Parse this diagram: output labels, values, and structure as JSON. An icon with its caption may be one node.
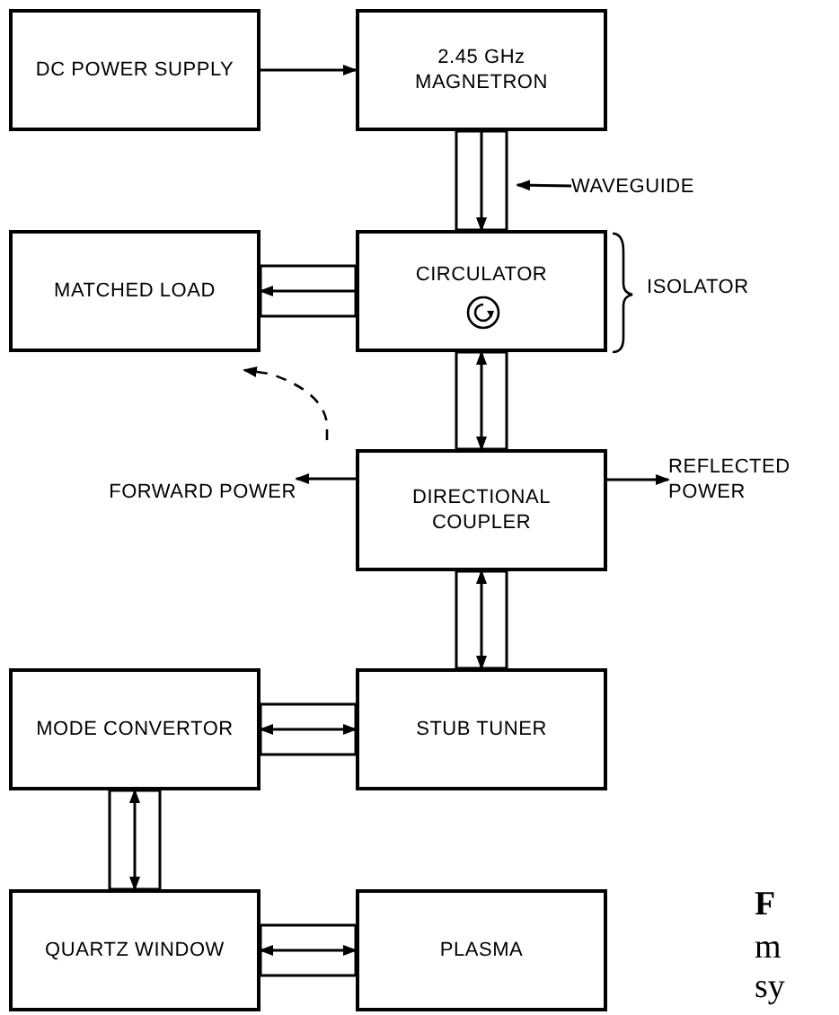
{
  "diagram": {
    "nodes": [
      {
        "text": [
          "DC POWER SUPPLY"
        ]
      },
      {
        "text": [
          "2.45 GHz MAGNETRON"
        ]
      },
      {
        "text": [
          "WAVEGUIDE"
        ]
      },
      {
        "text": [
          "MATCHED LOAD"
        ]
      },
      {
        "text": [
          "CIRCULATOR"
        ]
      },
      {
        "text": [
          "DIRECTIONAL COUPLER"
        ]
      },
      {
        "text": [
          "FORWARD POWER"
        ]
      },
      {
        "text": [
          "REFLECTED POWER"
        ]
      },
      {
        "text": [
          "MODE CONVERTOR"
        ]
      },
      {
        "text": [
          "STUB TUNER"
        ]
      },
      {
        "text": [
          "QUARTZ WINDOW"
        ]
      },
      {
        "text": [
          "PLASMA"
        ]
      }
    ],
    "edges": [
      {
        "from": 0,
        "to": 1,
        "arrow": "to"
      },
      {
        "from": 1,
        "to": 4,
        "arrow": "to"
      },
      {
        "from": 4,
        "to": 3,
        "arrow": "to"
      },
      {
        "from": 4,
        "to": 5,
        "arrow": "both"
      },
      {
        "from": 5,
        "to": 6,
        "arrow": "to"
      },
      {
        "from": 5,
        "to": 7,
        "arrow": "to"
      },
      {
        "from": 5,
        "to": 9,
        "arrow": "both"
      },
      {
        "from": 9,
        "to": 8,
        "arrow": "both"
      },
      {
        "from": 8,
        "to": 10,
        "arrow": "both"
      },
      {
        "from": 10,
        "to": 11,
        "arrow": "both"
      },
      {
        "from": 2,
        "to": null,
        "arrow": "to"
      }
    ],
    "labels": [
      "ISOLATOR",
      "F",
      "m",
      "sy"
    ]
  }
}
